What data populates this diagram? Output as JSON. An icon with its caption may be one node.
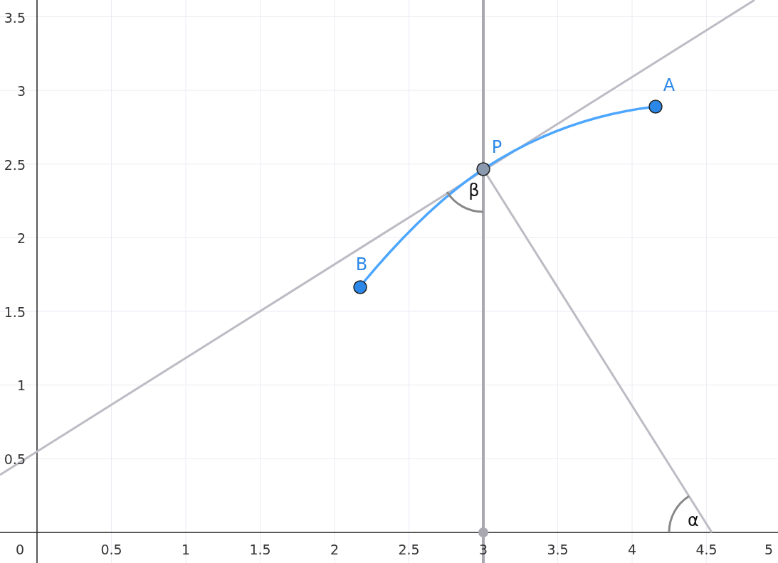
{
  "diagram": {
    "labels": [
      "3.5",
      "A",
      "3",
      "P",
      "2.5",
      "β",
      "2",
      "B",
      "1.5",
      "1",
      "0.5",
      "α",
      "0",
      "0.5",
      "1",
      "1.5",
      "2",
      "2.5",
      "3",
      "3.5",
      "4",
      "4.5",
      "5"
    ]
  }
}
